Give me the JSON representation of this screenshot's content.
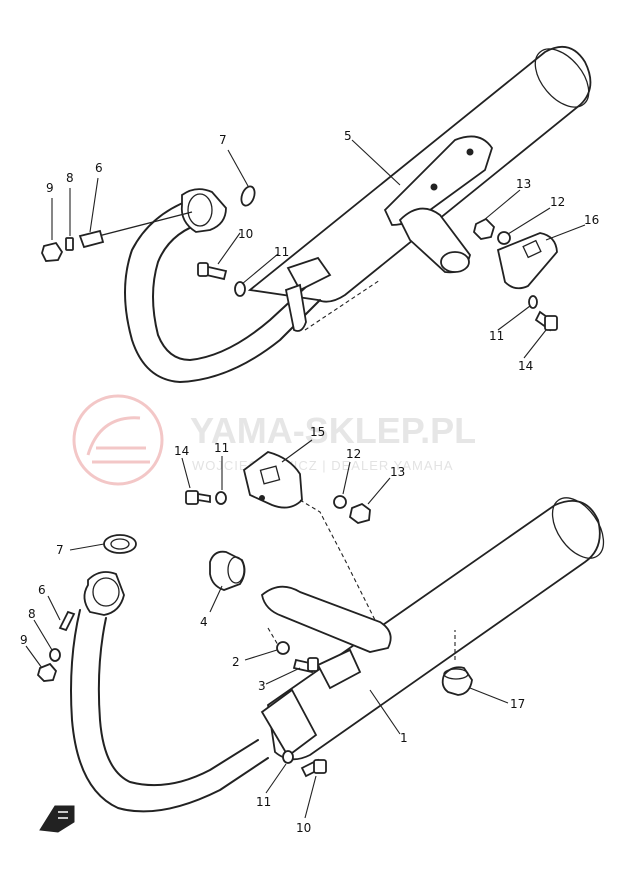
{
  "watermark": {
    "brand": "YAMA-SKLEP.PL",
    "tagline": "WOJCIECHOWICZ | DEALER YAMAHA"
  },
  "upper_assembly": {
    "callouts": [
      "9",
      "8",
      "6",
      "7",
      "5",
      "10",
      "11",
      "13",
      "12",
      "16",
      "11",
      "14"
    ]
  },
  "bracket_group": {
    "callouts": [
      "14",
      "11",
      "15",
      "12",
      "13"
    ]
  },
  "lower_assembly": {
    "callouts": [
      "7",
      "6",
      "8",
      "9",
      "4",
      "2",
      "3",
      "1",
      "17",
      "11",
      "10"
    ]
  }
}
